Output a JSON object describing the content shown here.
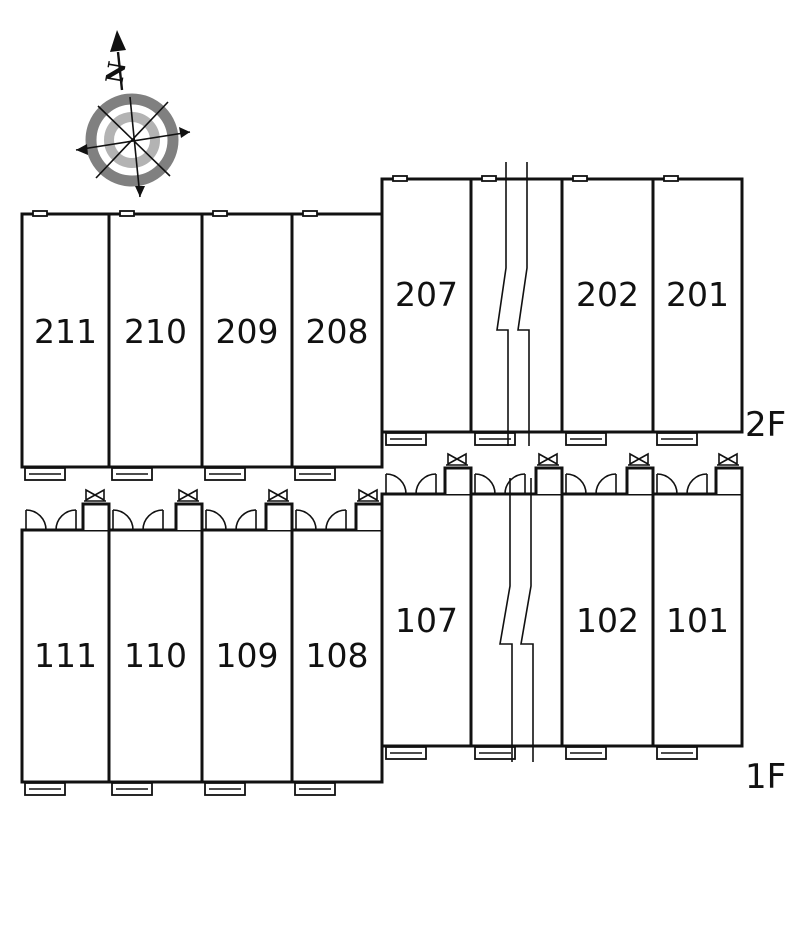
{
  "compass": {
    "north_label": "N",
    "colors": {
      "outer": "#808080",
      "inner": "#b3b3b3",
      "lines": "#111111"
    }
  },
  "floors": [
    {
      "label": "2F",
      "units": [
        {
          "id": "211"
        },
        {
          "id": "210"
        },
        {
          "id": "209"
        },
        {
          "id": "208"
        },
        {
          "id": "207"
        },
        {
          "id": ""
        },
        {
          "id": "202"
        },
        {
          "id": "201"
        }
      ]
    },
    {
      "label": "1F",
      "units": [
        {
          "id": "111"
        },
        {
          "id": "110"
        },
        {
          "id": "109"
        },
        {
          "id": "108"
        },
        {
          "id": "107"
        },
        {
          "id": ""
        },
        {
          "id": "102"
        },
        {
          "id": "101"
        }
      ]
    }
  ],
  "colors": {
    "wall": "#111111",
    "background": "#ffffff"
  }
}
